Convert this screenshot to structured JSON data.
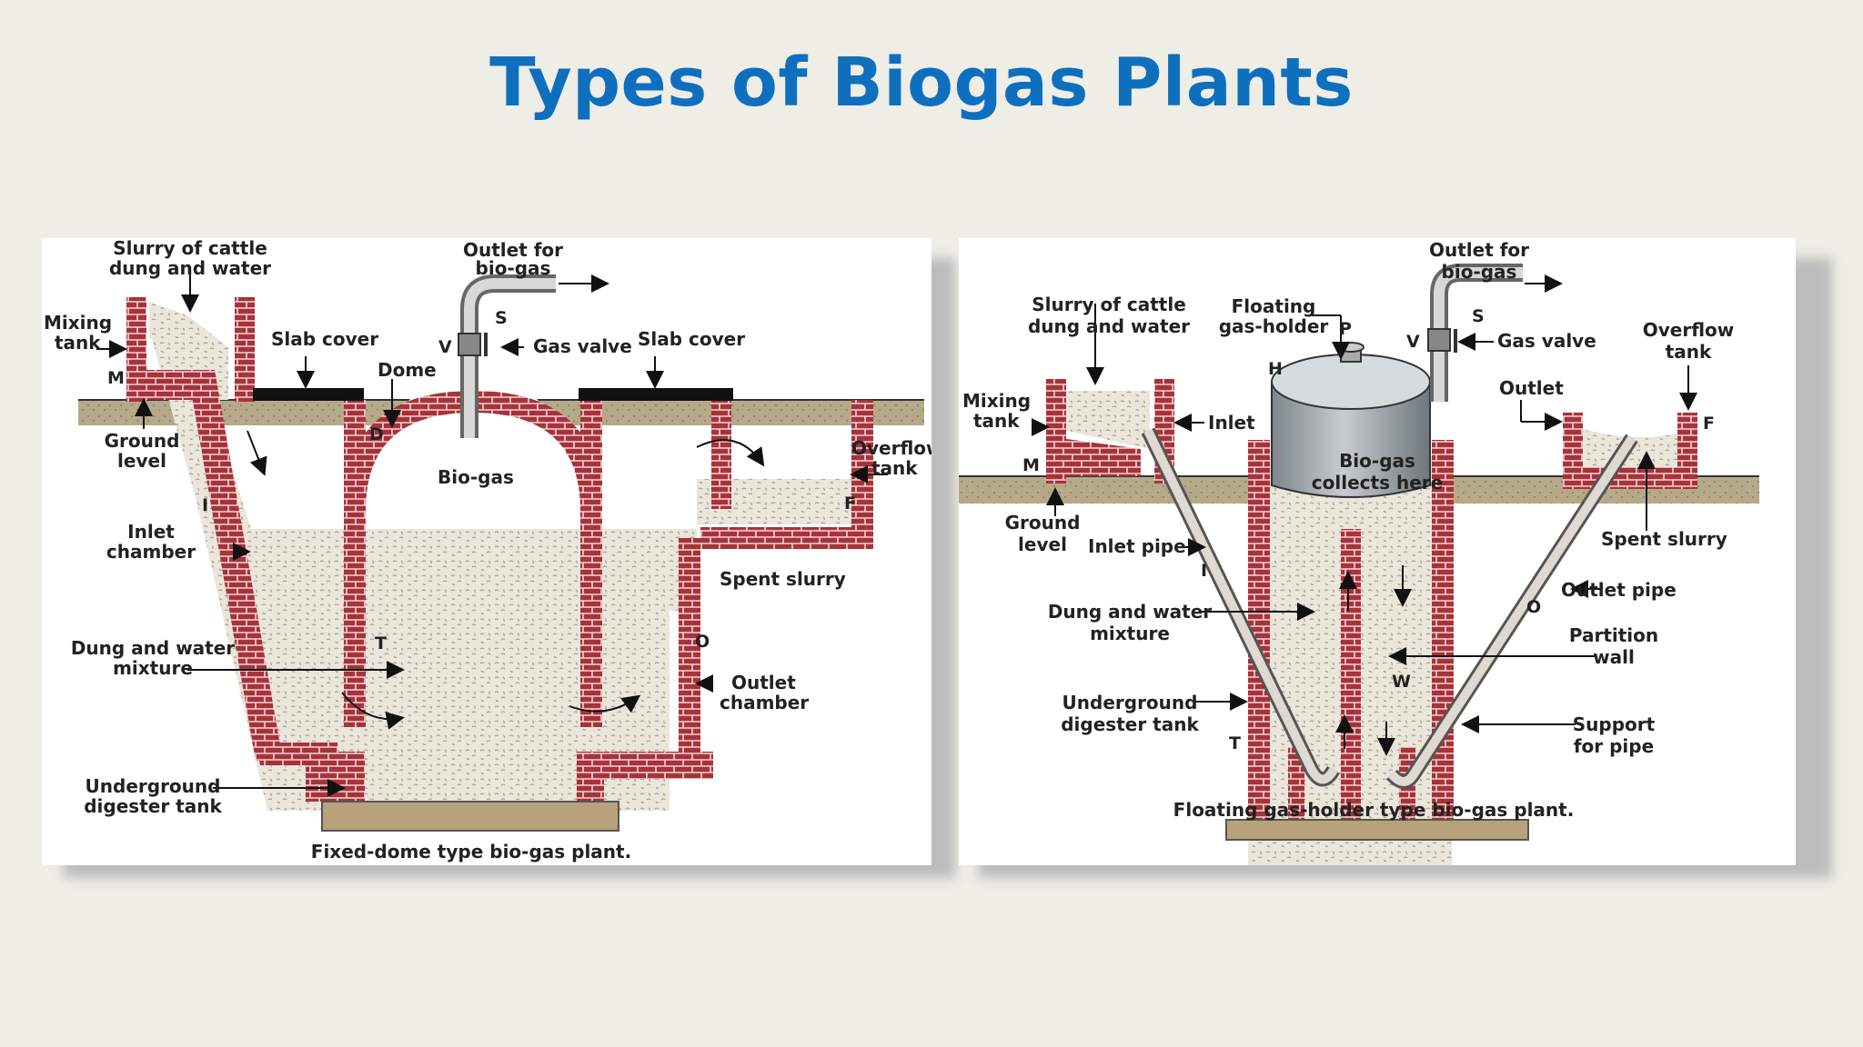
{
  "slide": {
    "title": "Types of Biogas Plants"
  },
  "fixed_dome": {
    "caption": "Fixed-dome type bio-gas plant.",
    "labels": {
      "slurry_l1": "Slurry of cattle",
      "slurry_l2": "dung and water",
      "outlet_l1": "Outlet for",
      "outlet_l2": "bio-gas",
      "mixing_l1": "Mixing",
      "mixing_l2": "tank",
      "slab_left": "Slab cover",
      "slab_right": "Slab cover",
      "gas_valve": "Gas valve",
      "dome": "Dome",
      "ground_l1": "Ground",
      "ground_l2": "level",
      "biogas": "Bio-gas",
      "overflow_l1": "Overflow",
      "overflow_l2": "tank",
      "inlet_l1": "Inlet",
      "inlet_l2": "chamber",
      "spent": "Spent slurry",
      "dung_l1": "Dung and water",
      "dung_l2": "mixture",
      "outlet_ch_l1": "Outlet",
      "outlet_ch_l2": "chamber",
      "digester_l1": "Underground",
      "digester_l2": "digester tank"
    },
    "letters": {
      "m": "M",
      "i": "I",
      "s": "S",
      "v": "V",
      "d": "D",
      "t": "T",
      "f": "F",
      "o": "O"
    }
  },
  "floating": {
    "caption": "Floating gas-holder type bio-gas plant.",
    "labels": {
      "outlet_l1": "Outlet for",
      "outlet_l2": "bio-gas",
      "slurry_l1": "Slurry of cattle",
      "slurry_l2": "dung and water",
      "holder_l1": "Floating",
      "holder_l2": "gas-holder",
      "gas_valve": "Gas valve",
      "overflow_l1": "Overflow",
      "overflow_l2": "tank",
      "mixing_l1": "Mixing",
      "mixing_l2": "tank",
      "inlet": "Inlet",
      "outlet": "Outlet",
      "collect_l1": "Bio-gas",
      "collect_l2": "collects here",
      "ground_l1": "Ground",
      "ground_l2": "level",
      "inlet_pipe": "Inlet pipe",
      "spent": "Spent slurry",
      "outlet_pipe": "Outlet pipe",
      "dung_l1": "Dung and water",
      "dung_l2": "mixture",
      "partition_l1": "Partition",
      "partition_l2": "wall",
      "digester_l1": "Underground",
      "digester_l2": "digester tank",
      "support_l1": "Support",
      "support_l2": "for pipe"
    },
    "letters": {
      "p": "P",
      "s": "S",
      "v": "V",
      "h": "H",
      "m": "M",
      "f": "F",
      "i": "I",
      "o": "O",
      "w": "W",
      "t": "T"
    }
  },
  "colors": {
    "title": "#0f6fbf",
    "brick": "#a8323a",
    "slurry": "#ebe6da",
    "ground": "#b5a98a",
    "base": "#b7a27c",
    "holder": "#9fa6ab"
  }
}
